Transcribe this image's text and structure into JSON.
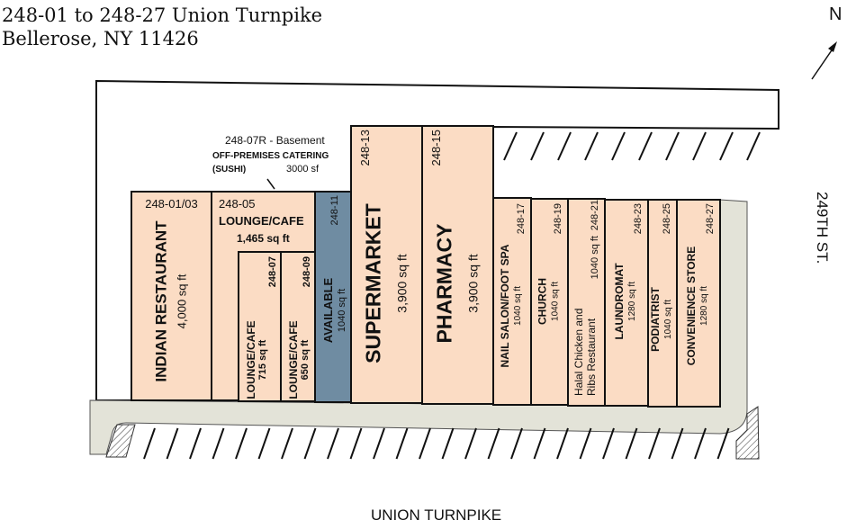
{
  "header": {
    "line1": "248-01 to 248-27 Union Turnpike",
    "line2": "Bellerose, NY 11426"
  },
  "north": {
    "label": "N",
    "icon": "north-arrow-icon"
  },
  "streets": {
    "east": "249TH ST.",
    "south": "UNION TURNPIKE"
  },
  "basement": {
    "unit": "248-07R - Basement",
    "use": "OFF-PREMISES CATERING",
    "detail": "(SUSHI)",
    "area": "3000 sf"
  },
  "colors": {
    "unit": "#fbdcc4",
    "available": "#6f8ca2",
    "sidewalk": "#e3e3d8"
  },
  "units": [
    {
      "id": "248-01/03",
      "use": "INDIAN RESTAURANT",
      "area": "4,000 sq ft"
    },
    {
      "id": "248-05",
      "use": "LOUNGE/CAFE",
      "area": "1,465 sq ft"
    },
    {
      "id": "248-07",
      "use": "LOUNGE/CAFE",
      "area": "715 sq ft"
    },
    {
      "id": "248-09",
      "use": "LOUNGE/CAFE",
      "area": "650 sq ft"
    },
    {
      "id": "248-11",
      "use": "AVAILABLE",
      "area": "1040 sq ft"
    },
    {
      "id": "248-13",
      "use": "SUPERMARKET",
      "area": "3,900 sq ft"
    },
    {
      "id": "248-15",
      "use": "PHARMACY",
      "area": "3,900 sq ft"
    },
    {
      "id": "248-17",
      "use": "NAIL SALON/FOOT SPA",
      "area": "1040 sq ft"
    },
    {
      "id": "248-19",
      "use": "CHURCH",
      "area": "1040 sq ft"
    },
    {
      "id": "248-21",
      "use": "Halal Chicken and",
      "use2": "Ribs Restaurant",
      "area": "1040 sq ft"
    },
    {
      "id": "248-23",
      "use": "LAUNDROMAT",
      "area": "1280 sq ft"
    },
    {
      "id": "248-25",
      "use": "PODIATRIST",
      "area": "1040 sq ft"
    },
    {
      "id": "248-27",
      "use": "CONVENIENCE STORE",
      "area": "1280 sq ft"
    }
  ]
}
